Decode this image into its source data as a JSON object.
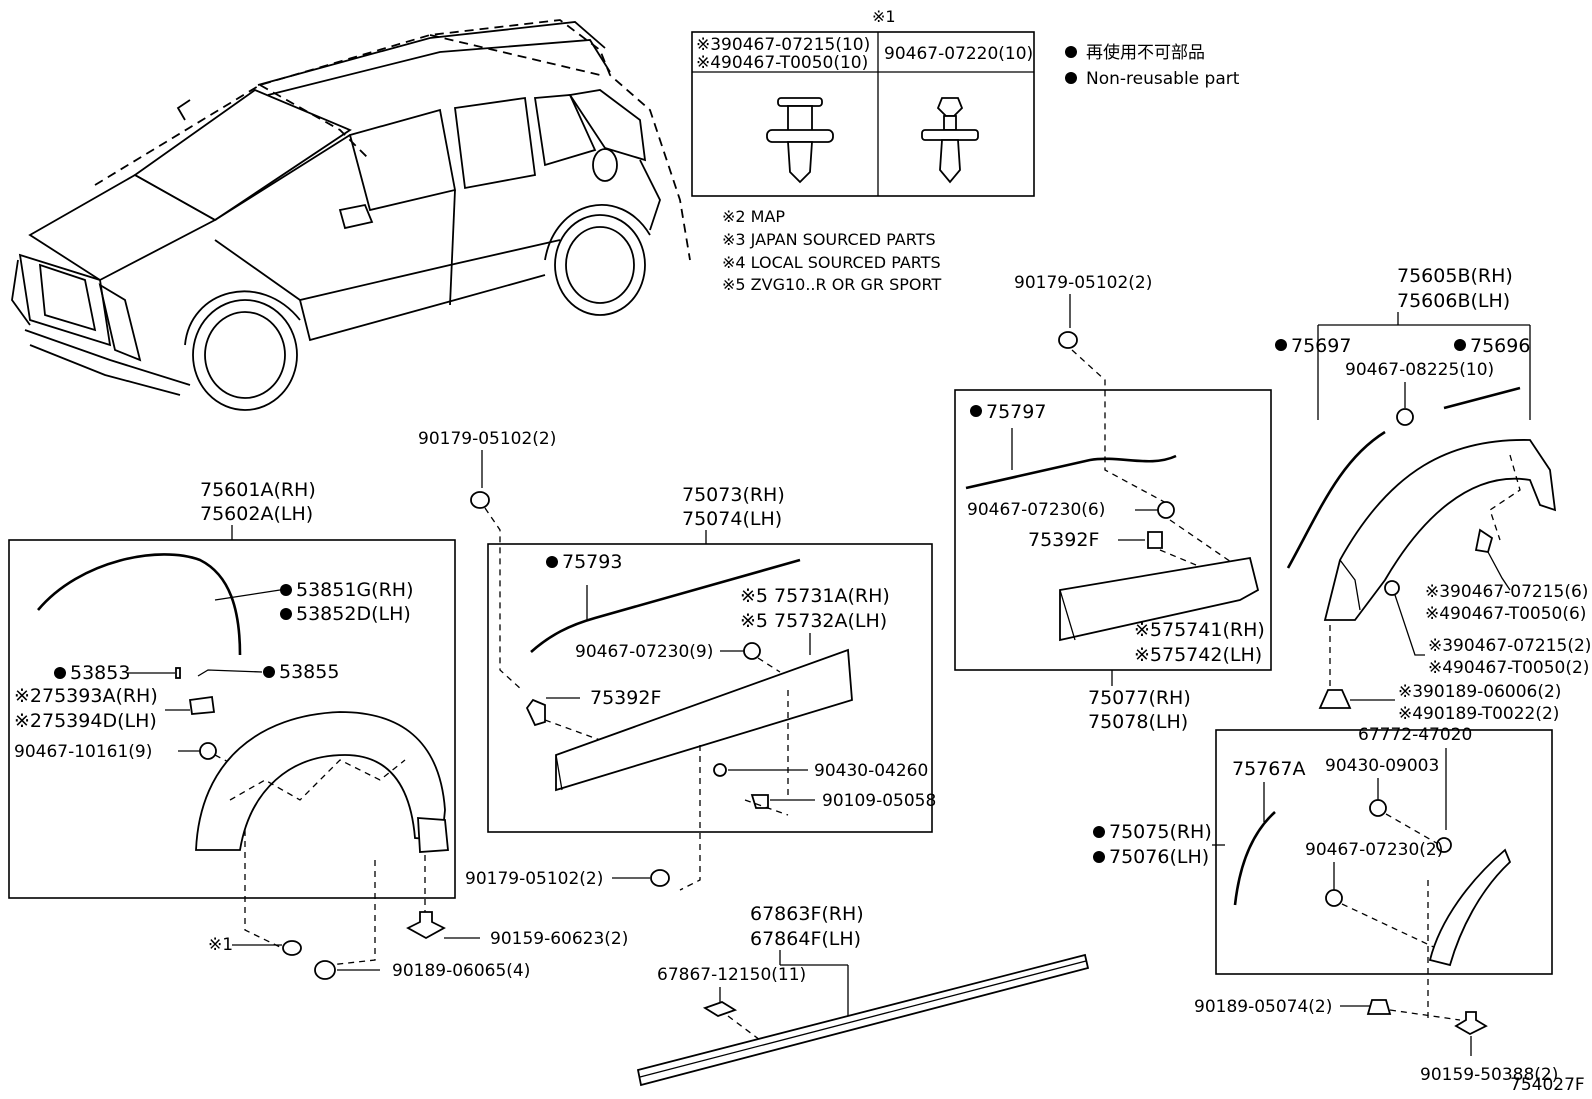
{
  "diagram_code": "754027F",
  "legend": {
    "symbol_note": "※1",
    "box_headers": {
      "left_line1": "※390467-07215(10)",
      "left_line2": "※490467-T0050(10)",
      "right": "90467-07220(10)"
    },
    "non_reusable_jp": "再使用不可部品",
    "non_reusable_en": "Non-reusable part",
    "notes": [
      "※2 MAP",
      "※3 JAPAN SOURCED PARTS",
      "※4 LOCAL SOURCED PARTS",
      "※5 ZVG10..R OR GR SPORT"
    ]
  },
  "front_group": {
    "title_rh": "75601A(RH)",
    "title_lh": "75602A(LH)",
    "top_fastener": "90179-05102(2)",
    "p53851": "53851G(RH)",
    "p53852": "53852D(LH)",
    "p53853": "53853",
    "p53855": "53855",
    "p75393": "※275393A(RH)",
    "p75394": "※275394D(LH)",
    "clip": "90467-10161(9)",
    "note1": "※1",
    "bolt": "90159-60623(2)",
    "grommet": "90189-06065(4)"
  },
  "door_group": {
    "title_rh": "75073(RH)",
    "title_lh": "75074(LH)",
    "p75793": "75793",
    "p75731": "※5 75731A(RH)",
    "p75732": "※5 75732A(LH)",
    "clip": "90467-07230(9)",
    "p75392": "75392F",
    "washer": "90430-04260",
    "screw": "90109-05058",
    "bottom_fastener": "90179-05102(2)"
  },
  "rear_door_group": {
    "top_fastener": "90179-05102(2)",
    "p75797": "75797",
    "clip": "90467-07230(6)",
    "p75392": "75392F",
    "p75741": "※575741(RH)",
    "p75742": "※575742(LH)",
    "title_rh": "75077(RH)",
    "title_lh": "75078(LH)"
  },
  "rear_group": {
    "title_rh": "75605B(RH)",
    "title_lh": "75606B(LH)",
    "p75697": "75697",
    "p75696": "75696",
    "clip_top": "90467-08225(10)",
    "jp_clip_6": "※390467-07215(6)",
    "lc_clip_6": "※490467-T0050(6)",
    "jp_clip_2": "※390467-07215(2)",
    "lc_clip_2": "※490467-T0050(2)",
    "jp_grom": "※390189-06006(2)",
    "lc_grom": "※490189-T0022(2)"
  },
  "rear_lower_group": {
    "p67772": "67772-47020",
    "washer": "90430-09003",
    "p75767": "75767A",
    "p75075": "75075(RH)",
    "p75076": "75076(LH)",
    "clip": "90467-07230(2)",
    "grommet": "90189-05074(2)",
    "bolt": "90159-50388(2)"
  },
  "rocker_group": {
    "title_rh": "67863F(RH)",
    "title_lh": "67864F(LH)",
    "clip": "67867-12150(11)"
  }
}
